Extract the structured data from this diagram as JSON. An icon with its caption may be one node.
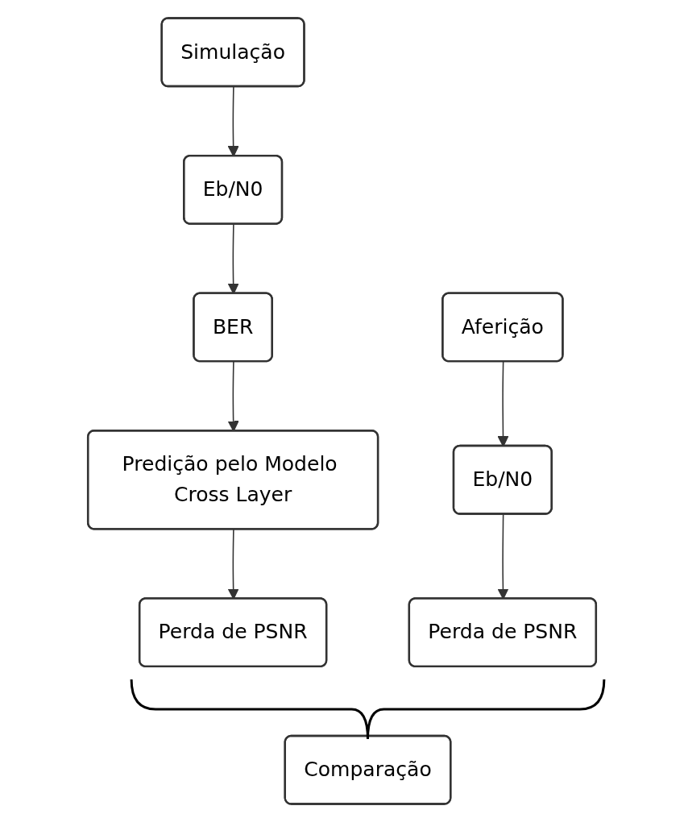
{
  "diagram": {
    "nodes": [
      {
        "text": [
          "Simulação"
        ]
      },
      {
        "text": [
          "Eb/N0"
        ]
      },
      {
        "text": [
          "BER"
        ]
      },
      {
        "text": [
          "Predição pelo Modelo Cross Layer"
        ]
      },
      {
        "text": [
          "Perda de PSNR"
        ]
      },
      {
        "text": [
          "Aferição"
        ]
      },
      {
        "text": [
          "Eb/N0"
        ]
      },
      {
        "text": [
          "Perda de PSNR"
        ]
      },
      {
        "text": [
          "Comparação"
        ]
      }
    ],
    "edges": [
      {
        "from": 0,
        "to": 1,
        "arrow": "to"
      },
      {
        "from": 1,
        "to": 2,
        "arrow": "to"
      },
      {
        "from": 2,
        "to": 3,
        "arrow": "to"
      },
      {
        "from": 3,
        "to": 4,
        "arrow": "to"
      },
      {
        "from": 5,
        "to": 6,
        "arrow": "to"
      },
      {
        "from": 6,
        "to": 7,
        "arrow": "to"
      }
    ]
  }
}
